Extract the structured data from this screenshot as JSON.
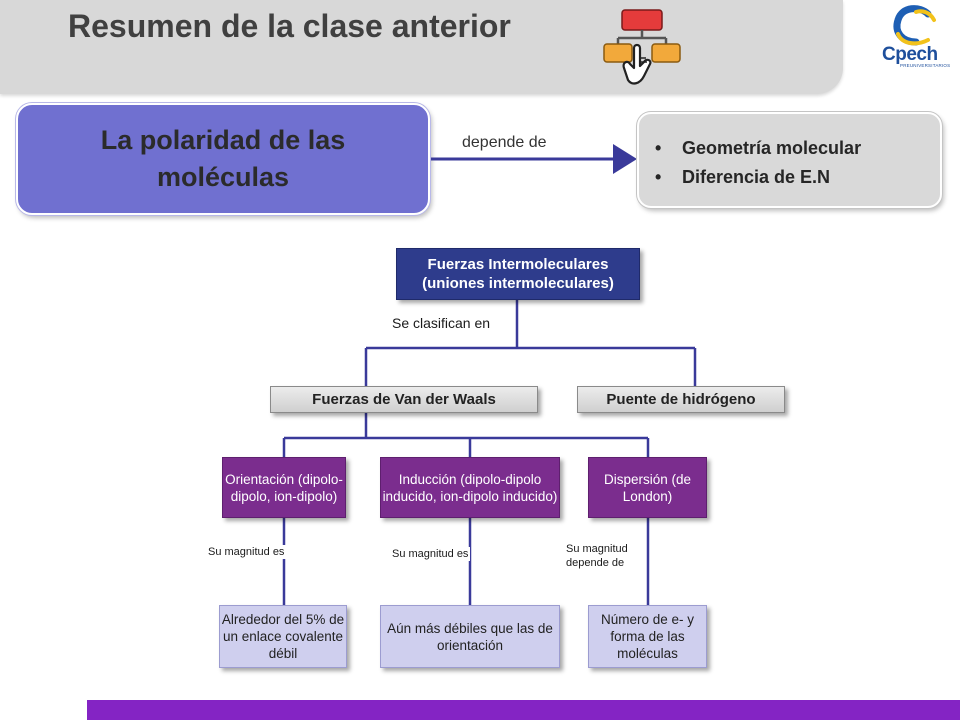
{
  "header": {
    "title": "Resumen de la clase anterior",
    "icon": "hand-click-flowchart-icon",
    "logo_text": "Cpech",
    "logo_subtext": "PREUNIVERSITARIOS"
  },
  "polarity": {
    "box_text": "La polaridad de las moléculas",
    "connector_label": "depende de",
    "factors": [
      "Geometría molecular",
      "Diferencia de E.N"
    ]
  },
  "diagram": {
    "root": "Fuerzas Intermoleculares (uniones intermoleculares)",
    "classify_label": "Se clasifican en",
    "van_der_waals": "Fuerzas de Van der Waals",
    "hydrogen_bridge": "Puente de hidrógeno",
    "types": [
      {
        "name": "Orientación (dipolo-dipolo, ion-dipolo)",
        "relation": "Su magnitud es",
        "result": "Alrededor del 5% de un enlace covalente débil"
      },
      {
        "name": "Inducción (dipolo-dipolo inducido, ion-dipolo inducido)",
        "relation": "Su magnitud es",
        "result": "Aún más débiles que las de orientación"
      },
      {
        "name": "Dispersión (de London)",
        "relation": "Su magnitud depende de",
        "result": "Número de e- y forma de las moléculas"
      }
    ]
  },
  "colors": {
    "title_bar": "#d8d8d8",
    "polarity_box": "#7070d0",
    "root_node": "#2e3c8c",
    "type_nodes": "#7b2d8e",
    "result_nodes": "#cfcfee",
    "bottom_bar": "#8424c4",
    "connector_arrow": "#3a3a9a"
  }
}
